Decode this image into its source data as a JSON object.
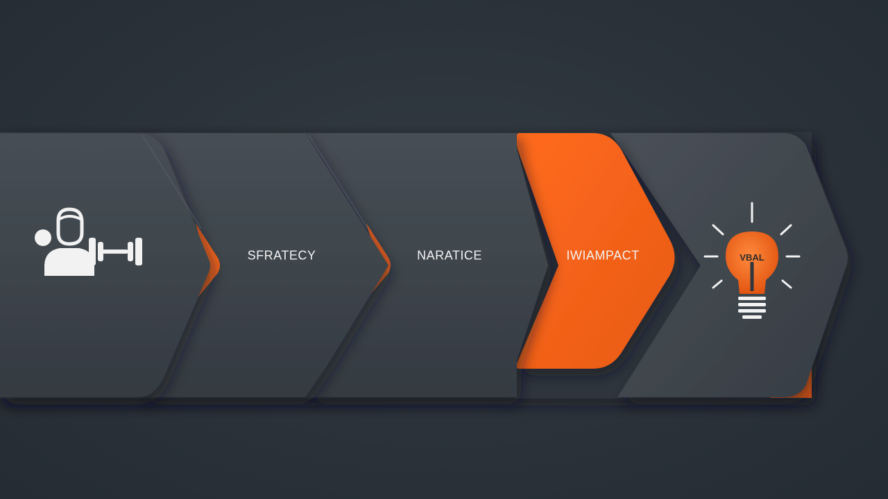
{
  "steps": [
    {
      "label": "",
      "icon": "person-dumbbell-icon"
    },
    {
      "label": "SFRATECY"
    },
    {
      "label": "NARATICE"
    },
    {
      "label": "IWIAMPACT"
    },
    {
      "label": "",
      "icon": "lightbulb-icon"
    }
  ],
  "bulb_text": "VBAL",
  "colors": {
    "background": "#2b333b",
    "chevron_dark": "#3d444b",
    "chevron_mid": "#454c53",
    "accent": "#f2661e",
    "text": "#f2f2f2"
  }
}
